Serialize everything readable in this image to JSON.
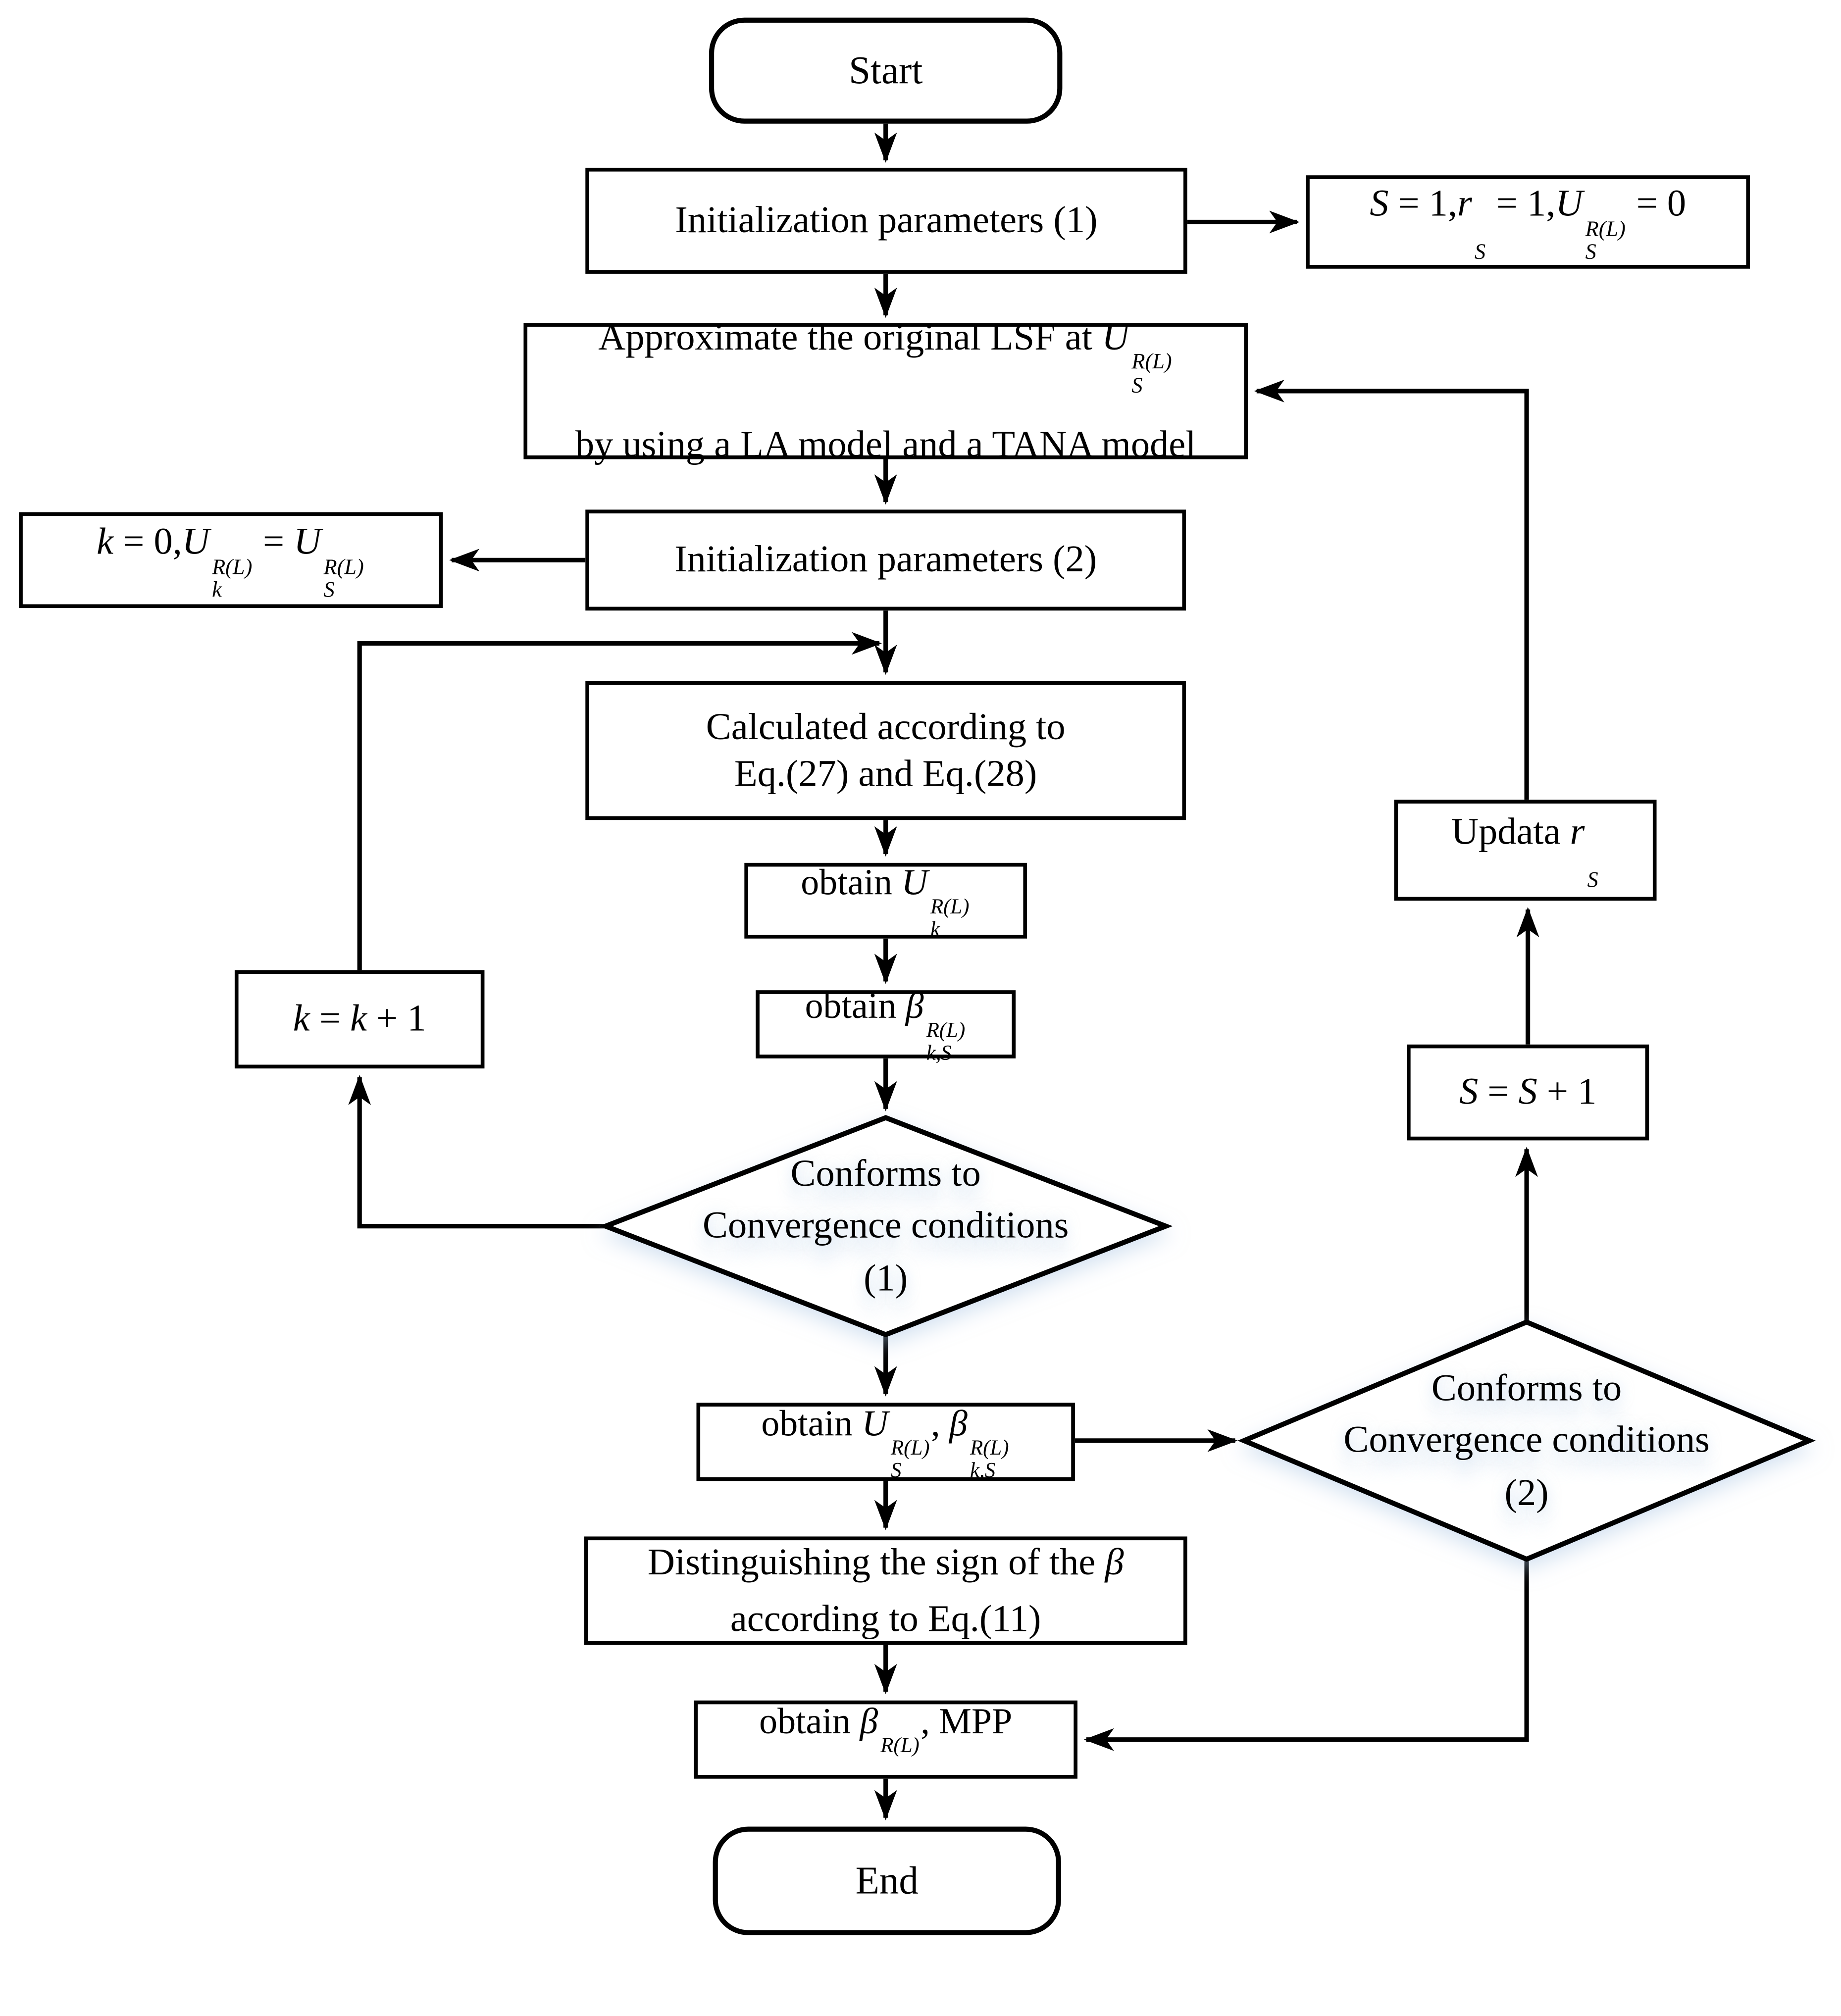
{
  "canvas": {
    "background": "#ffffff",
    "line_color": "#000000",
    "glow_color": "#aac6e4"
  },
  "nodes": {
    "start": {
      "label": "Start"
    },
    "init1": {
      "label": "Initialization parameters (1)"
    },
    "init_values": {
      "math": [
        [
          {
            "t": "S",
            "i": 1
          },
          {
            "t": " = 1,"
          },
          {
            "t": "r",
            "i": 1,
            "sub": "S"
          },
          {
            "t": " = 1,"
          },
          {
            "t": "U",
            "i": 1,
            "sup": "R(L)",
            "sub": "S"
          },
          {
            "t": " = 0"
          }
        ]
      ]
    },
    "approx": {
      "math": [
        [
          {
            "t": "Approximate the original LSF at "
          },
          {
            "t": "U",
            "i": 1,
            "sup": "R(L)",
            "sub": "S"
          }
        ],
        [
          {
            "t": "by using a LA model and a TANA model"
          }
        ]
      ]
    },
    "k_init": {
      "math": [
        [
          {
            "t": "k",
            "i": 1
          },
          {
            "t": " = 0,"
          },
          {
            "t": "U",
            "i": 1,
            "sup": "R(L)",
            "sub": "k"
          },
          {
            "t": " = "
          },
          {
            "t": "U",
            "i": 1,
            "sup": "R(L)",
            "sub": "S"
          }
        ]
      ]
    },
    "init2": {
      "label": "Initialization parameters (2)"
    },
    "calc": {
      "lines": [
        "Calculated according to",
        "Eq.(27) and Eq.(28)"
      ]
    },
    "obtain_uk": {
      "math": [
        [
          {
            "t": "obtain "
          },
          {
            "t": "U",
            "i": 1,
            "sup": "R(L)",
            "sub": "k"
          }
        ]
      ]
    },
    "obtain_bks": {
      "math": [
        [
          {
            "t": "obtain "
          },
          {
            "t": "β",
            "i": 1,
            "sup": "R(L)",
            "sub": "k,S"
          }
        ]
      ]
    },
    "k_inc": {
      "math": [
        [
          {
            "t": "k",
            "i": 1
          },
          {
            "t": " = "
          },
          {
            "t": "k",
            "i": 1
          },
          {
            "t": " + 1"
          }
        ]
      ]
    },
    "conv1": {
      "lines": [
        "Conforms to",
        "Convergence conditions",
        "(1)"
      ]
    },
    "obtain_usb": {
      "math": [
        [
          {
            "t": "obtain "
          },
          {
            "t": "U",
            "i": 1,
            "sup": "R(L)",
            "sub": "S"
          },
          {
            "t": ", "
          },
          {
            "t": "β",
            "i": 1,
            "sup": "R(L)",
            "sub": "k,S"
          }
        ]
      ]
    },
    "conv2": {
      "lines": [
        "Conforms to",
        "Convergence conditions",
        "(2)"
      ]
    },
    "s_inc": {
      "math": [
        [
          {
            "t": "S",
            "i": 1
          },
          {
            "t": " = "
          },
          {
            "t": "S",
            "i": 1
          },
          {
            "t": " + 1"
          }
        ]
      ]
    },
    "update_rs": {
      "math": [
        [
          {
            "t": "Updata "
          },
          {
            "t": "r",
            "i": 1,
            "sub": "S"
          }
        ]
      ]
    },
    "disting": {
      "math": [
        [
          {
            "t": "Distinguishing the sign of the "
          },
          {
            "t": "β",
            "i": 1
          }
        ],
        [
          {
            "t": "according to Eq.(11)"
          }
        ]
      ]
    },
    "obtain_bmpp": {
      "math": [
        [
          {
            "t": "obtain "
          },
          {
            "t": "β",
            "i": 1,
            "sup": "R(L)"
          },
          {
            "t": ", MPP"
          }
        ]
      ]
    },
    "end": {
      "label": "End"
    }
  }
}
